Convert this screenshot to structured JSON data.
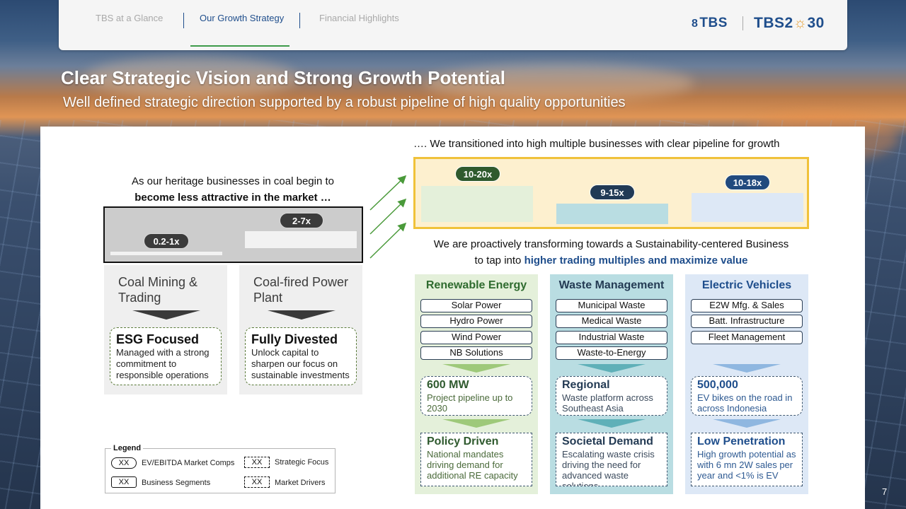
{
  "nav": {
    "tabs": [
      "TBS at a Glance",
      "Our Growth Strategy",
      "Financial Highlights"
    ],
    "active_tab": "Our Growth Strategy",
    "logo_tbs": "TBS",
    "logo_2030_prefix": "TBS2",
    "logo_2030_sun": "☼",
    "logo_2030_suffix": "30"
  },
  "header": {
    "title": "Clear Strategic Vision and Strong Growth Potential",
    "subtitle": "Well defined strategic direction supported by a robust pipeline of high quality opportunities"
  },
  "left": {
    "intro_line1": "As our heritage businesses in coal begin to",
    "intro_line2": "become less attractive in the market …",
    "multiple_coal_mining": "0.2-1x",
    "multiple_coal_power": "2-7x",
    "segments": [
      {
        "title": "Coal Mining & Trading",
        "focus_title": "ESG Focused",
        "focus_desc": "Managed with a strong commitment to responsible operations"
      },
      {
        "title": "Coal-fired Power Plant",
        "focus_title": "Fully Divested",
        "focus_desc": "Unlock capital to sharpen our focus on sustainable investments"
      }
    ]
  },
  "right": {
    "intro": "…. We transitioned into high multiple businesses with clear pipeline for growth",
    "multiples": [
      "10-20x",
      "9-15x",
      "10-18x"
    ],
    "mid_line1": "We are proactively transforming towards a Sustainability-centered Business",
    "mid_line2_prefix": "to tap into ",
    "mid_line2_highlight": "higher trading multiples and maximize value",
    "columns": [
      {
        "title": "Renewable Energy",
        "chips": [
          "Solar Power",
          "Hydro Power",
          "Wind Power",
          "NB Solutions"
        ],
        "focus_title": "600 MW",
        "focus_desc": "Project pipeline up to 2030",
        "driver_title": "Policy Driven",
        "driver_desc": "National mandates driving demand for additional RE capacity"
      },
      {
        "title": "Waste Management",
        "chips": [
          "Municipal Waste",
          "Medical Waste",
          "Industrial Waste",
          "Waste-to-Energy"
        ],
        "focus_title": "Regional",
        "focus_desc": "Waste platform across Southeast Asia",
        "driver_title": "Societal Demand",
        "driver_desc": "Escalating waste crisis driving the need for advanced waste solutions"
      },
      {
        "title": "Electric Vehicles",
        "chips": [
          "E2W Mfg. & Sales",
          "Batt. Infrastructure",
          "Fleet Management"
        ],
        "focus_title": "500,000",
        "focus_desc": "EV bikes on the road in across Indonesia",
        "driver_title": "Low Penetration",
        "driver_desc": "High growth potential as with 6 mn 2W sales per year and <1% is EV"
      }
    ]
  },
  "legend": {
    "title": "Legend",
    "symbol_text": "XX",
    "items": [
      "EV/EBITDA Market Comps",
      "Strategic Focus",
      "Business Segments",
      "Market Drivers"
    ]
  },
  "page_number": "7"
}
